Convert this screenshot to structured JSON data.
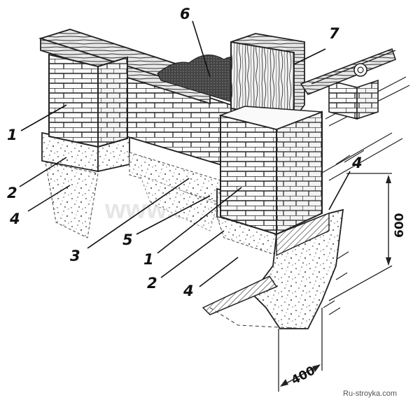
{
  "callouts": {
    "c1_left": "1",
    "c2_left": "2",
    "c4_left": "4",
    "c3_bottom": "3",
    "c5_bottom": "5",
    "c1_right": "1",
    "c2_right": "2",
    "c4_right": "4",
    "c6_top": "6",
    "c7_top": "7",
    "c4_top": "4"
  },
  "dimensions": {
    "height_mm": "600",
    "width_mm": "400"
  },
  "watermark": "www.stroitim.ru",
  "credit": "Ru-stroyka.com"
}
